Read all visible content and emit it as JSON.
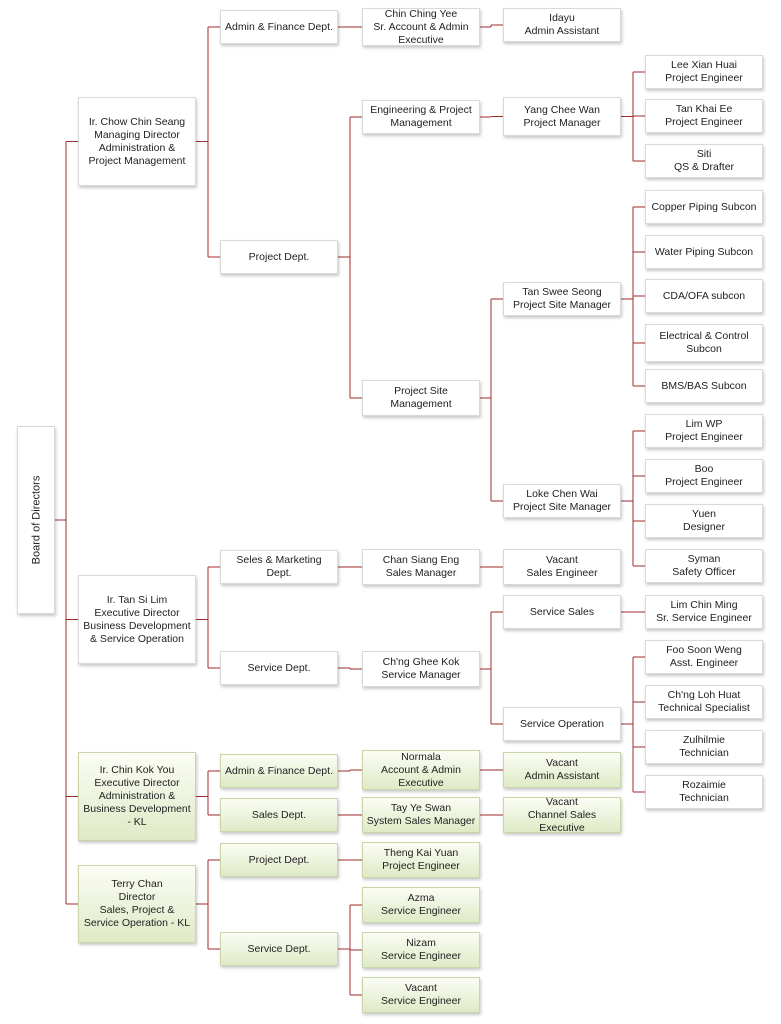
{
  "root": {
    "label": "Board of Directors"
  },
  "nodes": [
    {
      "id": "cc_seang",
      "lines": [
        "Ir. Chow Chin Seang",
        "Managing Director",
        "Administration & Project Management"
      ]
    },
    {
      "id": "admin_fin1",
      "lines": [
        "Admin & Finance Dept."
      ]
    },
    {
      "id": "ching_yee",
      "lines": [
        "Chin Ching Yee",
        "Sr. Account & Admin Executive"
      ]
    },
    {
      "id": "idayu",
      "lines": [
        "Idayu",
        "Admin Assistant"
      ]
    },
    {
      "id": "project_dept1",
      "lines": [
        "Project Dept."
      ]
    },
    {
      "id": "eng_proj",
      "lines": [
        "Engineering & Project Management"
      ]
    },
    {
      "id": "yang",
      "lines": [
        "Yang Chee Wan",
        "Project Manager"
      ]
    },
    {
      "id": "lee",
      "lines": [
        "Lee Xian Huai",
        "Project Engineer"
      ]
    },
    {
      "id": "tan_ke",
      "lines": [
        "Tan Khai Ee",
        "Project Engineer"
      ]
    },
    {
      "id": "siti",
      "lines": [
        "Siti",
        "QS & Drafter"
      ]
    },
    {
      "id": "psm",
      "lines": [
        "Project Site Management"
      ]
    },
    {
      "id": "tan_ss",
      "lines": [
        "Tan Swee Seong",
        "Project Site Manager"
      ]
    },
    {
      "id": "copper",
      "lines": [
        "Copper Piping Subcon"
      ]
    },
    {
      "id": "water",
      "lines": [
        "Water Piping Subcon"
      ]
    },
    {
      "id": "cda",
      "lines": [
        "CDA/OFA subcon"
      ]
    },
    {
      "id": "elec",
      "lines": [
        "Electrical & Control Subcon"
      ]
    },
    {
      "id": "bms",
      "lines": [
        "BMS/BAS Subcon"
      ]
    },
    {
      "id": "loke",
      "lines": [
        "Loke Chen Wai",
        "Project Site Manager"
      ]
    },
    {
      "id": "limwp",
      "lines": [
        "Lim WP",
        "Project Engineer"
      ]
    },
    {
      "id": "boo",
      "lines": [
        "Boo",
        "Project Engineer"
      ]
    },
    {
      "id": "yuen",
      "lines": [
        "Yuen",
        "Designer"
      ]
    },
    {
      "id": "syman",
      "lines": [
        "Syman",
        "Safety Officer"
      ]
    },
    {
      "id": "tan_si",
      "lines": [
        "Ir. Tan Si Lim",
        "Executive Director",
        "Business Development & Service Operation"
      ]
    },
    {
      "id": "sales_mkt",
      "lines": [
        "Seles & Marketing Dept."
      ]
    },
    {
      "id": "chan_se",
      "lines": [
        "Chan Siang Eng",
        "Sales Manager"
      ]
    },
    {
      "id": "vac_se",
      "lines": [
        "Vacant",
        "Sales Engineer"
      ]
    },
    {
      "id": "serv_dept1",
      "lines": [
        "Service Dept."
      ]
    },
    {
      "id": "chng",
      "lines": [
        "Ch'ng Ghee Kok",
        "Service Manager"
      ]
    },
    {
      "id": "serv_sales",
      "lines": [
        "Service Sales"
      ]
    },
    {
      "id": "lim_cm",
      "lines": [
        "Lim Chin Ming",
        "Sr. Service Engineer"
      ]
    },
    {
      "id": "serv_op",
      "lines": [
        "Service Operation"
      ]
    },
    {
      "id": "foo",
      "lines": [
        "Foo Soon Weng",
        "Asst. Engineer"
      ]
    },
    {
      "id": "chng_lh",
      "lines": [
        "Ch'ng Loh Huat",
        "Technical Specialist"
      ]
    },
    {
      "id": "zul",
      "lines": [
        "Zulhilmie",
        "Technician"
      ]
    },
    {
      "id": "roz",
      "lines": [
        "Rozaimie",
        "Technician"
      ]
    },
    {
      "id": "chin_ky",
      "lines": [
        "Ir. Chin Kok You",
        "Executive Director",
        "Administration & Business Development - KL"
      ]
    },
    {
      "id": "admin_fin2",
      "lines": [
        "Admin & Finance Dept."
      ]
    },
    {
      "id": "normala",
      "lines": [
        "Normala",
        "Account & Admin Executive"
      ]
    },
    {
      "id": "vac_aa",
      "lines": [
        "Vacant",
        "Admin Assistant"
      ]
    },
    {
      "id": "sales_dept",
      "lines": [
        "Sales Dept."
      ]
    },
    {
      "id": "tay",
      "lines": [
        "Tay Ye Swan",
        "System Sales Manager"
      ]
    },
    {
      "id": "vac_cse",
      "lines": [
        "Vacant",
        "Channel Sales Executive"
      ]
    },
    {
      "id": "terry",
      "lines": [
        "Terry Chan",
        "Director",
        "Sales, Project & Service Operation - KL"
      ]
    },
    {
      "id": "project_dept2",
      "lines": [
        "Project Dept."
      ]
    },
    {
      "id": "theng",
      "lines": [
        "Theng Kai Yuan",
        "Project Engineer"
      ]
    },
    {
      "id": "serv_dept2",
      "lines": [
        "Service Dept."
      ]
    },
    {
      "id": "azma",
      "lines": [
        "Azma",
        "Service Engineer"
      ]
    },
    {
      "id": "nizam",
      "lines": [
        "Nizam",
        "Service Engineer"
      ]
    },
    {
      "id": "vac_sv",
      "lines": [
        "Vacant",
        "Service Engineer"
      ]
    }
  ],
  "connector_color": "#a02c2c",
  "box_fill": "#ffffff",
  "green_fill": "#dfeac6"
}
